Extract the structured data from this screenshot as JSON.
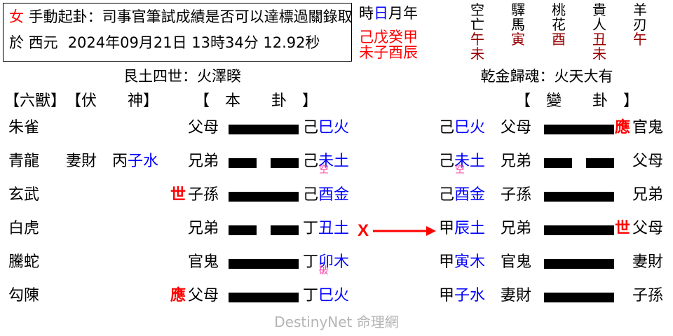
{
  "header": {
    "gender": "女",
    "method_line": " 手動起卦：司事官筆試成績是否可以達標過關錄取",
    "at_label": "於 西元",
    "datetime": "2024年09月21日   13時34分 12.92秒"
  },
  "pillars": {
    "labels": [
      {
        "text": "時",
        "color": "#000000"
      },
      {
        "text": "日",
        "color": "#0000ff"
      },
      {
        "text": "月",
        "color": "#000000"
      },
      {
        "text": "年",
        "color": "#000000"
      }
    ],
    "labels_text": "時日月年",
    "stems": "己戊癸甲",
    "branches": "未子酉辰",
    "color": "#ff0000"
  },
  "shensha": {
    "columns": [
      {
        "name_top": "空",
        "name_bottom": "亡",
        "value1": "午",
        "value2": "未"
      },
      {
        "name_top": "驛",
        "name_bottom": "馬",
        "value1": "寅",
        "value2": ""
      },
      {
        "name_top": "桃",
        "name_bottom": "花",
        "value1": "酉",
        "value2": ""
      },
      {
        "name_top": "貴",
        "name_bottom": "人",
        "value1": "丑",
        "value2": "未"
      },
      {
        "name_top": "羊",
        "name_bottom": "刃",
        "value1": "午",
        "value2": ""
      }
    ],
    "name_color": "#000000",
    "value_color": "#990000"
  },
  "hexagrams": {
    "original": "艮土四世：火澤睽",
    "changed": "乾金歸魂：火天大有"
  },
  "column_headers": {
    "beasts": "【六獸】",
    "fushen": "【伏　　神】",
    "original_hex": "【　本　　卦　】",
    "changed_hex": "【　變　　卦　】"
  },
  "rows": [
    {
      "beast": "朱雀",
      "fushen_type": "",
      "fushen_gz": "",
      "fushen_gz_stem": "",
      "fushen_gz_branch": "",
      "shiying_left": "",
      "liuqin_left": "父母",
      "yao_left": "yang",
      "gz_left_stem": "己",
      "gz_left_branch": "巳火",
      "marker_left": "",
      "changed": false,
      "gz_right_stem": "己",
      "gz_right_branch": "巳火",
      "liuqin_right": "父母",
      "yao_right": "yang",
      "shiying_right": "應",
      "liuqin_right2": "官鬼",
      "marker_right": ""
    },
    {
      "beast": "青龍",
      "fushen_type": "妻財",
      "fushen_gz_stem": "丙",
      "fushen_gz_branch": "子水",
      "shiying_left": "",
      "liuqin_left": "兄弟",
      "yao_left": "yin",
      "gz_left_stem": "己",
      "gz_left_branch": "未土",
      "marker_left": "空",
      "changed": false,
      "gz_right_stem": "己",
      "gz_right_branch": "未土",
      "liuqin_right": "兄弟",
      "yao_right": "yin",
      "shiying_right": "",
      "liuqin_right2": "父母",
      "marker_right": "空"
    },
    {
      "beast": "玄武",
      "fushen_type": "",
      "fushen_gz_stem": "",
      "fushen_gz_branch": "",
      "shiying_left": "世",
      "liuqin_left": "子孫",
      "yao_left": "yang",
      "gz_left_stem": "己",
      "gz_left_branch": "酉金",
      "marker_left": "",
      "changed": false,
      "gz_right_stem": "己",
      "gz_right_branch": "酉金",
      "liuqin_right": "子孫",
      "yao_right": "yang",
      "shiying_right": "",
      "liuqin_right2": "兄弟",
      "marker_right": ""
    },
    {
      "beast": "白虎",
      "fushen_type": "",
      "fushen_gz_stem": "",
      "fushen_gz_branch": "",
      "shiying_left": "",
      "liuqin_left": "兄弟",
      "yao_left": "yin",
      "gz_left_stem": "丁",
      "gz_left_branch": "丑土",
      "marker_left": "",
      "changed": true,
      "change_symbol": "X",
      "gz_right_stem": "甲",
      "gz_right_branch": "辰土",
      "liuqin_right": "兄弟",
      "yao_right": "yang",
      "shiying_right": "世",
      "liuqin_right2": "父母",
      "marker_right": ""
    },
    {
      "beast": "騰蛇",
      "fushen_type": "",
      "fushen_gz_stem": "",
      "fushen_gz_branch": "",
      "shiying_left": "",
      "liuqin_left": "官鬼",
      "yao_left": "yang",
      "gz_left_stem": "丁",
      "gz_left_branch": "卯木",
      "marker_left": "破",
      "changed": false,
      "gz_right_stem": "甲",
      "gz_right_branch": "寅木",
      "liuqin_right": "官鬼",
      "yao_right": "yang",
      "shiying_right": "",
      "liuqin_right2": "妻財",
      "marker_right": ""
    },
    {
      "beast": "勾陳",
      "fushen_type": "",
      "fushen_gz_stem": "",
      "fushen_gz_branch": "",
      "shiying_left": "應",
      "liuqin_left": "父母",
      "yao_left": "yang",
      "gz_left_stem": "丁",
      "gz_left_branch": "巳火",
      "marker_left": "",
      "changed": false,
      "gz_right_stem": "甲",
      "gz_right_branch": "子水",
      "liuqin_right": "妻財",
      "yao_right": "yang",
      "shiying_right": "",
      "liuqin_right2": "子孫",
      "marker_right": ""
    }
  ],
  "footer": {
    "watermark": "DestinyNet 命理網"
  },
  "colors": {
    "red": "#ff0000",
    "blue": "#0000ff",
    "dark_red": "#990000",
    "pink": "#ff44aa",
    "watermark_gray": "#b4b4b4"
  }
}
